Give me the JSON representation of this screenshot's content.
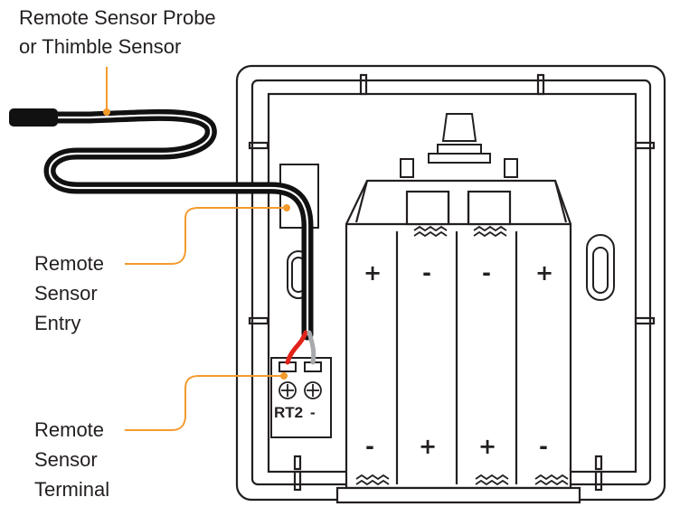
{
  "labels": {
    "probe_line1": "Remote Sensor Probe",
    "probe_line2": "or Thimble Sensor",
    "entry_line1": "Remote",
    "entry_line2": "Sensor",
    "entry_line3": "Entry",
    "terminal_line1": "Remote",
    "terminal_line2": "Sensor",
    "terminal_line3": "Terminal"
  },
  "terminal": {
    "rt2": "RT2",
    "minus": "-"
  },
  "battery_polarity": {
    "top": [
      "+",
      "-",
      "-",
      "+"
    ],
    "bottom": [
      "-",
      "+",
      "+",
      "-"
    ]
  },
  "colors": {
    "leader": "#f39a2c",
    "outline": "#231f20",
    "wire_red": "#e2231a",
    "wire_grey": "#a7a9ac",
    "cable": "#111111"
  }
}
